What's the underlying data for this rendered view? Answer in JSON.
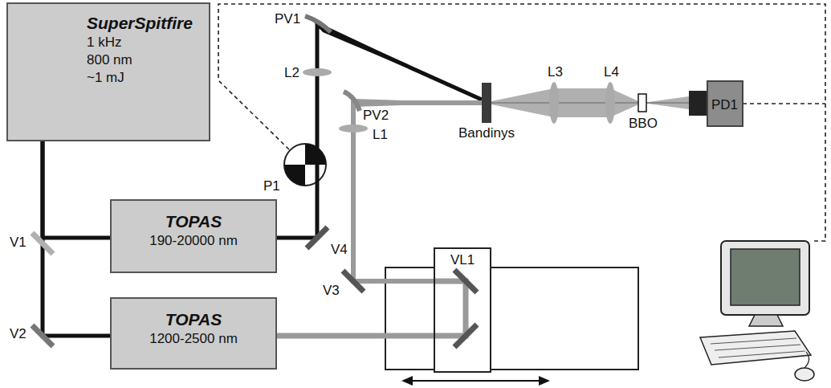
{
  "diagram": {
    "nodes": [
      {
        "text": [
          "SuperSpitfire",
          "1 kHz",
          "800 nm",
          "~1 mJ"
        ]
      },
      {
        "text": [
          "TOPAS",
          "190-20000 nm"
        ]
      },
      {
        "text": [
          "TOPAS",
          "1200-2500 nm"
        ]
      },
      {
        "text": [
          "VL1"
        ]
      },
      {
        "text": [
          "Bandinys"
        ]
      },
      {
        "text": [
          "PD1"
        ]
      }
    ],
    "edges": [
      {
        "from": 0,
        "to": 1,
        "arrow": "none"
      },
      {
        "from": 0,
        "to": 2,
        "arrow": "none"
      },
      {
        "from": 1,
        "to": 4,
        "arrow": "none"
      },
      {
        "from": 2,
        "to": 3,
        "arrow": "none"
      },
      {
        "from": 3,
        "to": 4,
        "arrow": "none"
      },
      {
        "from": 4,
        "to": 5,
        "arrow": "none"
      }
    ],
    "labels": [
      "PV1",
      "L2",
      "P1",
      "PV2",
      "L1",
      "V1",
      "V4",
      "V3",
      "V2",
      "L3",
      "L4",
      "BBO"
    ]
  }
}
